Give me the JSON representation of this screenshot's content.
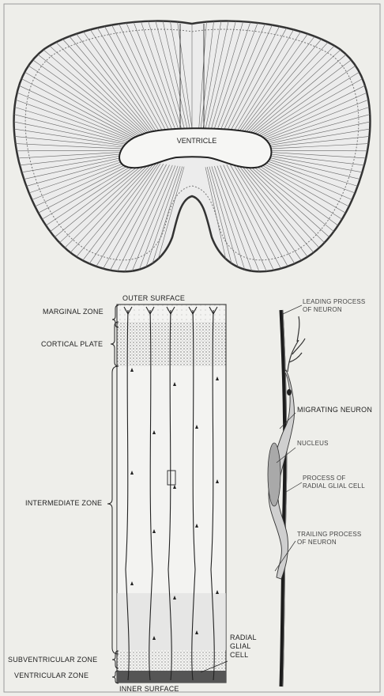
{
  "top_diagram": {
    "ventricle_label": "VENTRICLE"
  },
  "column_labels": {
    "outer_surface": "OUTER SURFACE",
    "inner_surface": "INNER SURFACE",
    "radial_glial_cell": [
      "RADIAL",
      "GLIAL",
      "CELL"
    ]
  },
  "zones": [
    {
      "name": "MARGINAL ZONE"
    },
    {
      "name": "CORTICAL PLATE"
    },
    {
      "name": "INTERMEDIATE ZONE"
    },
    {
      "name": "SUBVENTRICULAR ZONE"
    },
    {
      "name": "VENTRICULAR ZONE"
    }
  ],
  "neuron_labels": {
    "leading_process": [
      "LEADING PROCESS",
      "OF NEURON"
    ],
    "migrating_neuron": "MIGRATING NEURON",
    "nucleus": "NUCLEUS",
    "glial_process": [
      "PROCESS OF",
      "RADIAL GLIAL CELL"
    ],
    "trailing_process": [
      "TRAILING PROCESS",
      "OF NEURON"
    ]
  },
  "colors": {
    "background": "#eeeeea",
    "ink": "#2a2a2a",
    "stipple": "#555555",
    "shading": "#cfcfcf"
  }
}
